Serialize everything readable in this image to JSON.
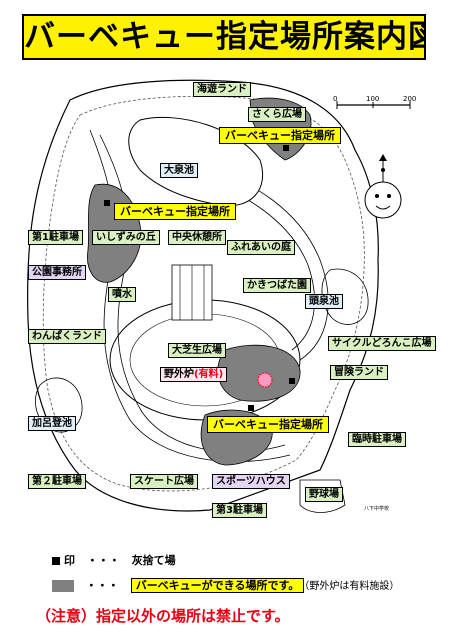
{
  "title": "バーベキュー指定場所案内図",
  "labels": {
    "kaiyu": "海遊ランド",
    "sakura": "さくら広場",
    "bbq1": "バーベキュー指定場所",
    "oizumi": "大泉池",
    "bbq2": "バーベキュー指定場所",
    "parking1": "第1駐車場",
    "ishizumi": "いしずみの丘",
    "chuo": "中央休憩所",
    "fureai": "ふれあいの庭",
    "office": "公園事務所",
    "funsui": "噴水",
    "kakitsubata": "かきつばた園",
    "tosenchi": "頭泉池",
    "wanpaku": "わんぱくランド",
    "daishiba": "大芝生広場",
    "cycle": "サイクルどろんこ広場",
    "yagairo": "野外炉",
    "yuryo": "(有料)",
    "boken": "冒険ランド",
    "kamoike": "加呂登池",
    "bbq3": "バーベキュー指定場所",
    "rinji": "臨時駐車場",
    "parking2": "第２駐車場",
    "skate": "スケート広場",
    "sports": "スポーツハウス",
    "baseball": "野球場",
    "parking3": "第3駐車場",
    "school": "八下中学校"
  },
  "scale": {
    "zero": "0",
    "mid": "100",
    "max": "200"
  },
  "legend": {
    "ash_mark": "印",
    "ash_dots": "・・・",
    "ash_text": "灰捨て場",
    "area_dots": "・・・",
    "area_text": "バーベキューができる場所です。",
    "area_note": "（野外炉は有料施設）"
  },
  "warning": "（注意）指定以外の場所は禁止です。",
  "colors": {
    "title_bg": "#fff200",
    "bbq_area": "#808080",
    "label_green": "#d9f0c0",
    "label_purple": "#e3d5f3",
    "label_yellow": "#ffff00",
    "warning_red": "#e60012"
  }
}
